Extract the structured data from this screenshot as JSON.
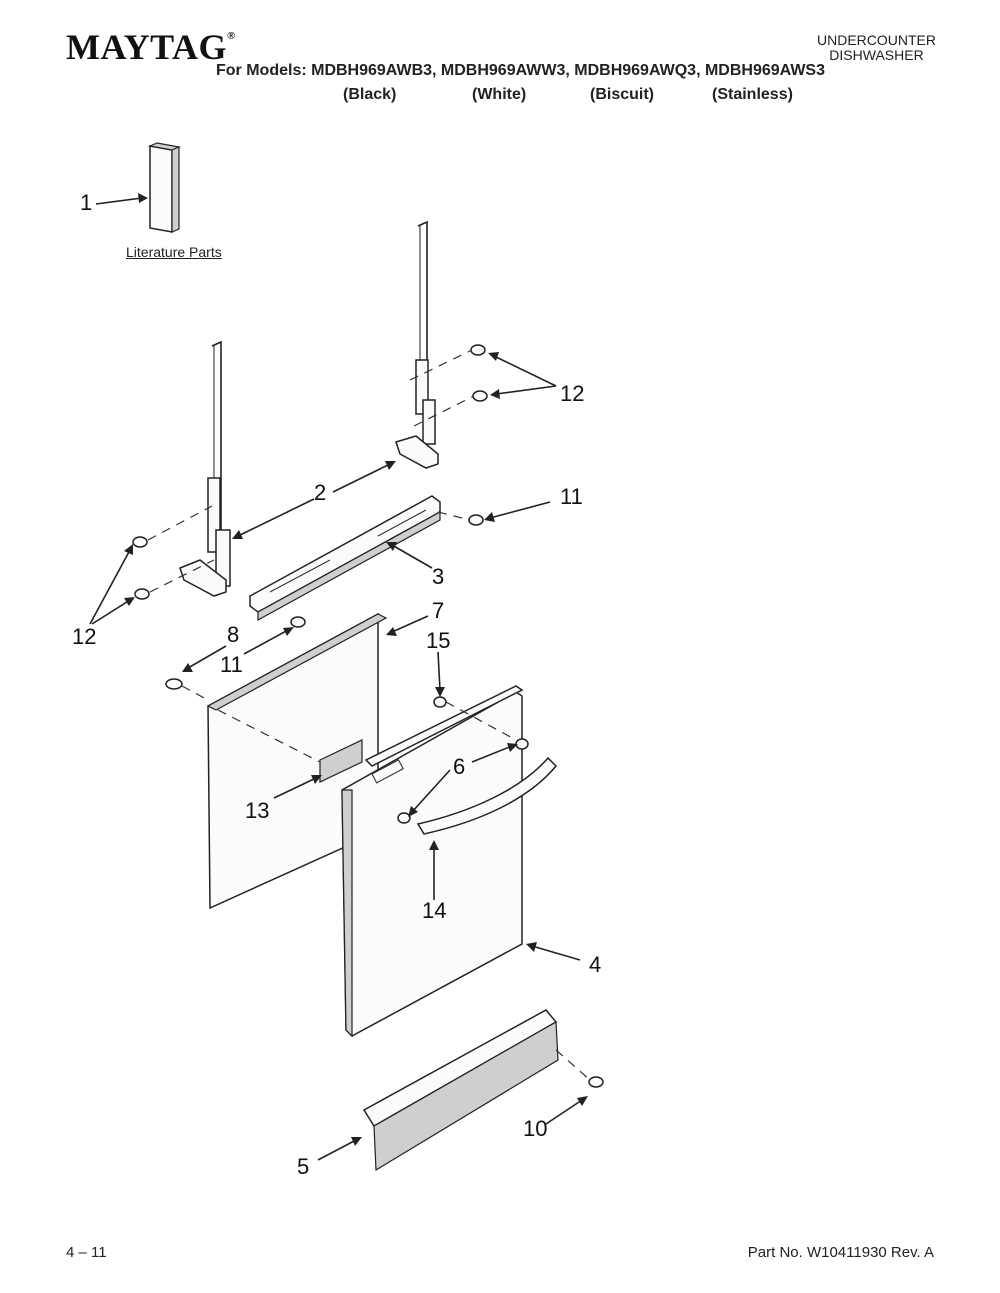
{
  "header": {
    "brand": "MAYTAG",
    "brand_mark": "®",
    "product_type_line1": "UNDERCOUNTER",
    "product_type_line2": "DISHWASHER",
    "models_line": "For Models: MDBH969AWB3, MDBH969AWW3, MDBH969AWQ3, MDBH969AWS3",
    "variants": [
      "(Black)",
      "(White)",
      "(Biscuit)",
      "(Stainless)"
    ]
  },
  "literature_label": "Literature Parts",
  "callouts": [
    "1",
    "12",
    "2",
    "11",
    "3",
    "12",
    "8",
    "7",
    "11",
    "15",
    "6",
    "13",
    "14",
    "4",
    "10",
    "5"
  ],
  "footer": {
    "page": "4 – 11",
    "part_number": "Part No. W10411930 Rev. A"
  }
}
